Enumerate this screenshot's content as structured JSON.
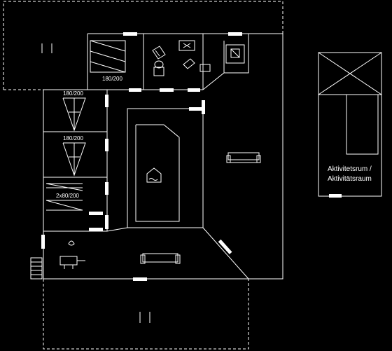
{
  "labels": {
    "bed_top": "180/200",
    "bed_mid1": "180/200",
    "bed_mid2": "180/200",
    "bed_lower": "2x80/200",
    "activity_room_line1": "Aktivitetsrum /",
    "activity_room_line2": "Aktivitätsraum"
  },
  "colors": {
    "background": "#000000",
    "lines": "#ffffff"
  },
  "icons": [
    "bathtub-icon",
    "sofa-icon",
    "fireplace-icon",
    "grill-icon",
    "toilet-icon",
    "shower-icon",
    "appliance-icon",
    "stairs-icon"
  ]
}
